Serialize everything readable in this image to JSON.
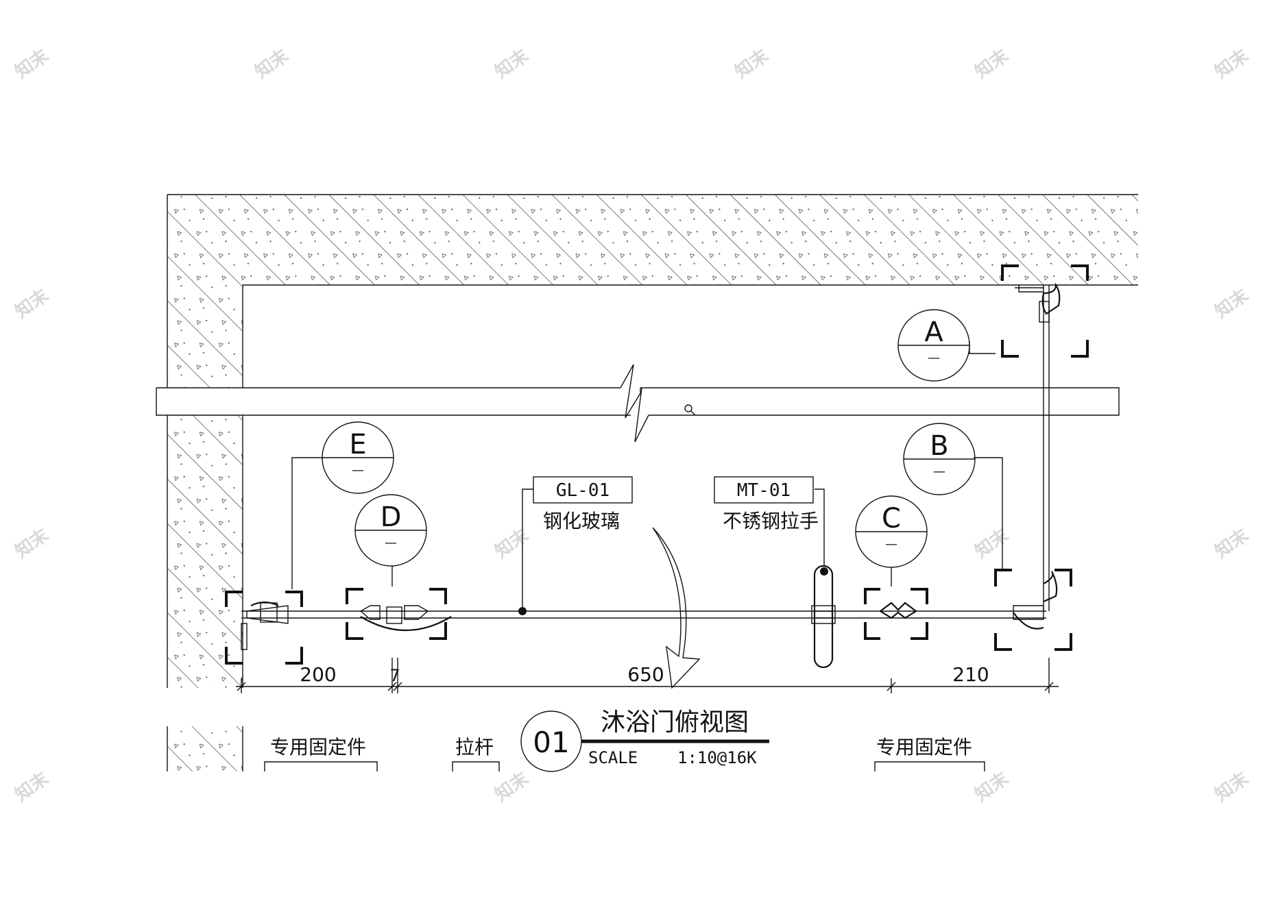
{
  "markers": [
    {
      "letter": "A",
      "sub": "—"
    },
    {
      "letter": "B",
      "sub": "—"
    },
    {
      "letter": "C",
      "sub": "—"
    },
    {
      "letter": "D",
      "sub": "—"
    },
    {
      "letter": "E",
      "sub": "—"
    }
  ],
  "tags": {
    "glass": {
      "code": "GL-01",
      "name": "钢化玻璃"
    },
    "handle": {
      "code": "MT-01",
      "name": "不锈钢拉手"
    }
  },
  "dimensions": {
    "left": "200",
    "gap": "7",
    "middle": "650",
    "right": "210"
  },
  "title": {
    "number": "01",
    "name": "沐浴门俯视图",
    "scale_label": "SCALE",
    "scale_value": "1:10@16K"
  },
  "legend": {
    "fixing_left": "专用固定件",
    "pull_rod": "拉杆",
    "fixing_right": "专用固定件"
  }
}
